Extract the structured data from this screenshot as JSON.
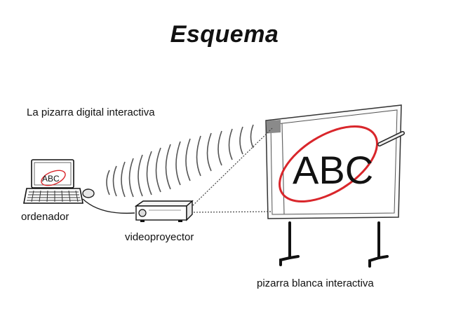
{
  "title": "Esquema",
  "labels": {
    "system": "La pizarra digital interactiva",
    "computer": "ordenador",
    "projector": "videoproyector",
    "whiteboard": "pizarra blanca interactiva"
  },
  "board_text": "ABC",
  "laptop_screen_text": "ABC",
  "colors": {
    "accent_red": "#d9262b",
    "line": "#222222"
  }
}
